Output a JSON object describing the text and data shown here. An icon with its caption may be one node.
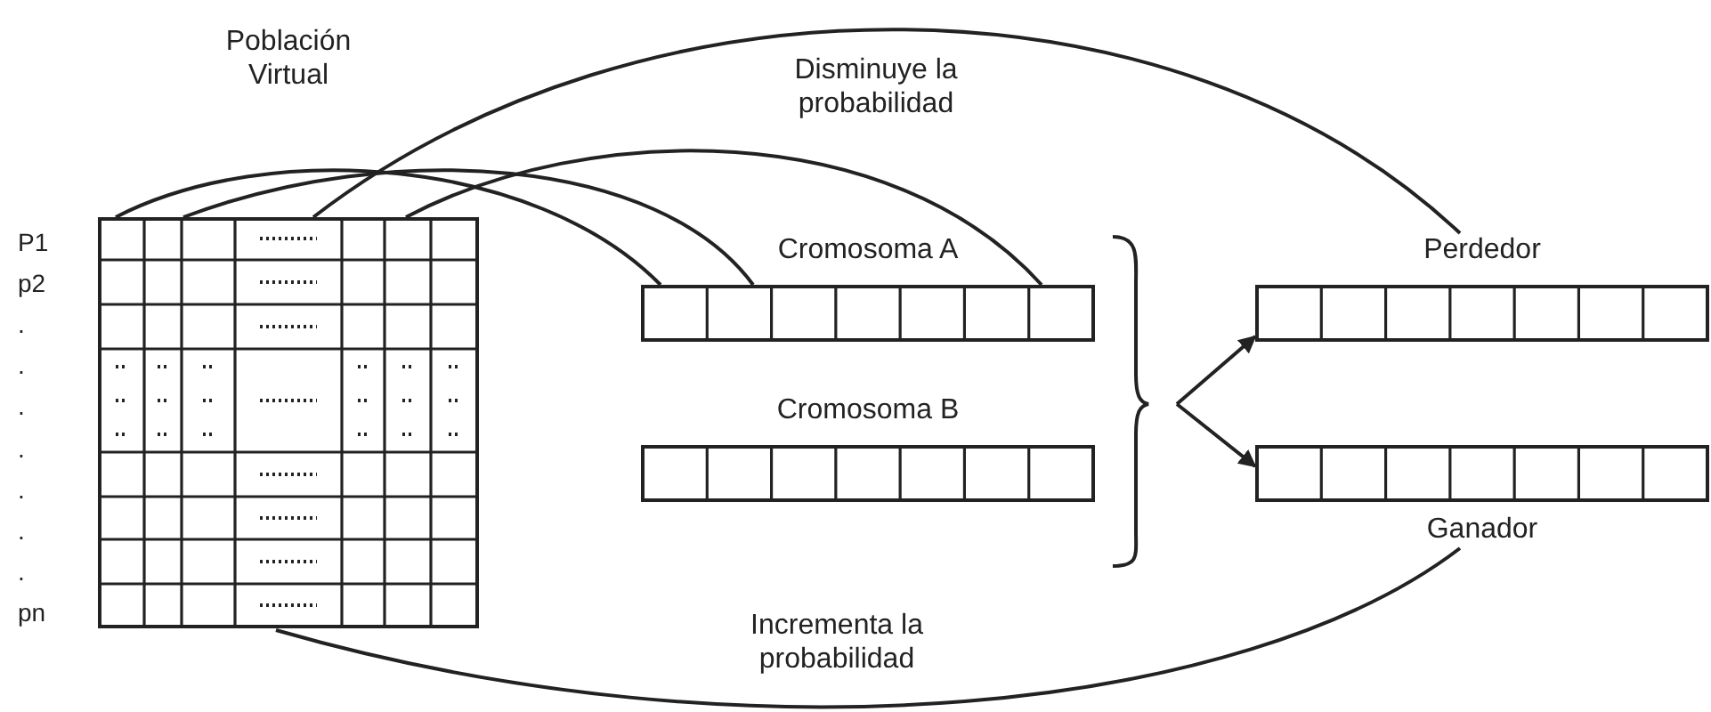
{
  "diagram": {
    "nodes": [
      {
        "text": [
          "Población Virtual"
        ]
      },
      {
        "text": [
          "Cromosoma A"
        ]
      },
      {
        "text": [
          "Cromosoma B"
        ]
      },
      {
        "text": [
          "Perdedor"
        ]
      },
      {
        "text": [
          "Ganador"
        ]
      }
    ],
    "edges": [
      {
        "from": 0,
        "to": 1,
        "arrow": "none"
      },
      {
        "from": 0,
        "to": 1,
        "arrow": "none"
      },
      {
        "from": 0,
        "to": 1,
        "arrow": "none"
      },
      {
        "from": 0,
        "to": 3,
        "label": "Disminuye la probabilidad",
        "arrow": "none"
      },
      {
        "from": 0,
        "to": 4,
        "label": "Incrementa la probabilidad",
        "arrow": "none"
      },
      {
        "from": null,
        "to": 3,
        "arrow": "to"
      },
      {
        "from": null,
        "to": 4,
        "arrow": "to"
      }
    ],
    "labels": [
      "P1",
      "p2",
      ".",
      ".",
      ".",
      ".",
      ".",
      ".",
      ".",
      "pn"
    ]
  }
}
